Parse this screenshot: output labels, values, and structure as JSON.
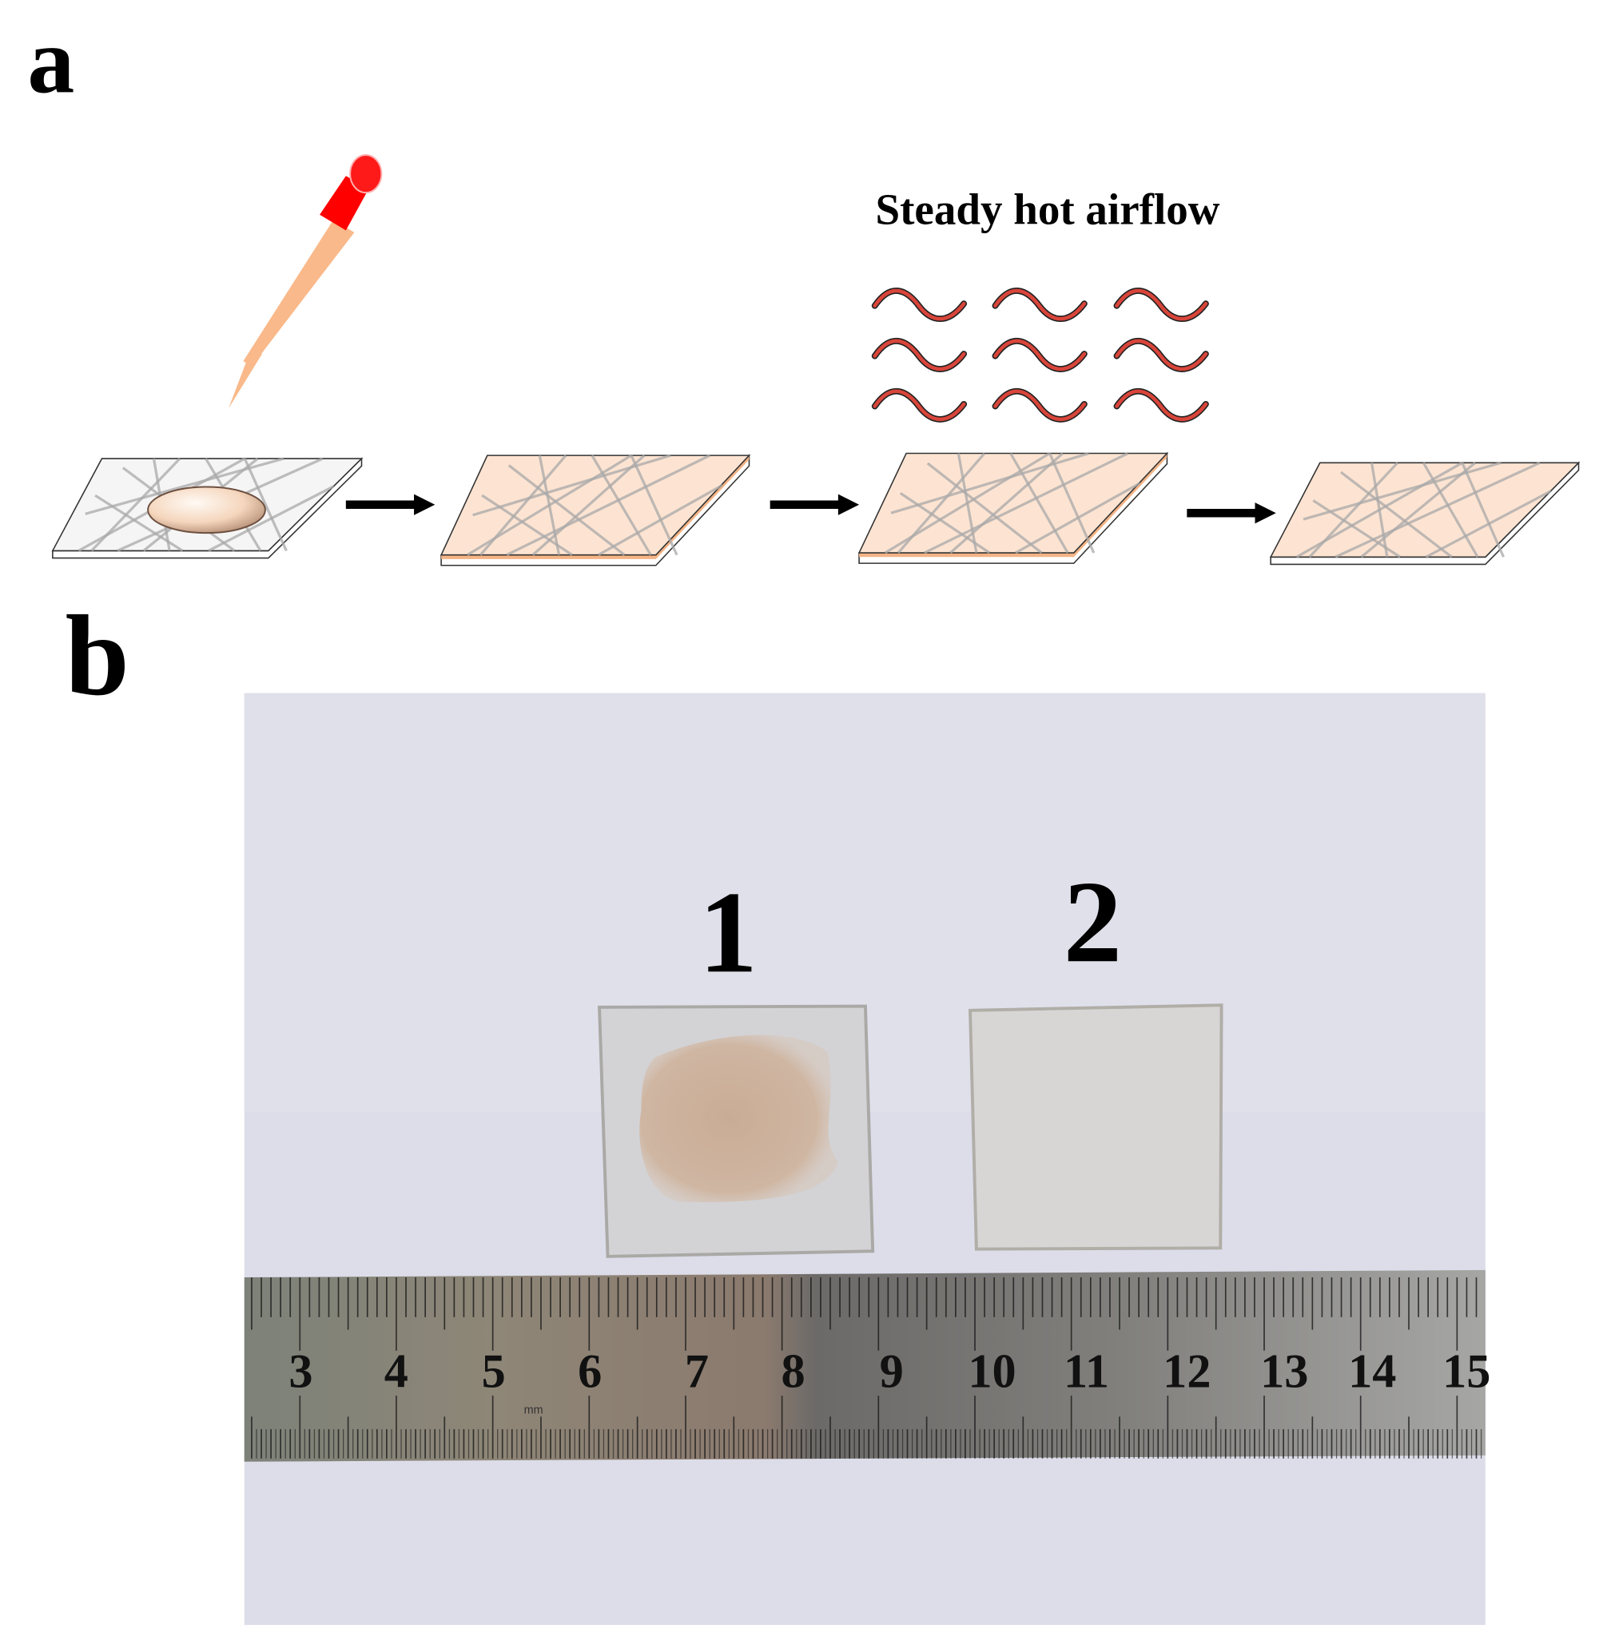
{
  "panel_a": {
    "label": "a",
    "airflow_title": "Steady hot airflow",
    "colors": {
      "dropper_cap": "#ff0000",
      "dropper_tube": "#f9b98a",
      "wave": "#d9453a",
      "film": "#fde4d2",
      "fibers": "#a9a9a9"
    }
  },
  "panel_b": {
    "label": "b",
    "sample_labels": [
      "1",
      "2"
    ],
    "ruler": {
      "numbers": [
        "3",
        "4",
        "5",
        "6",
        "7",
        "8",
        "9",
        "10",
        "11",
        "12",
        "13",
        "14",
        "15"
      ],
      "unit": "mm"
    },
    "colors": {
      "background": "#dcdde9",
      "coating": "#cdb39f"
    }
  }
}
